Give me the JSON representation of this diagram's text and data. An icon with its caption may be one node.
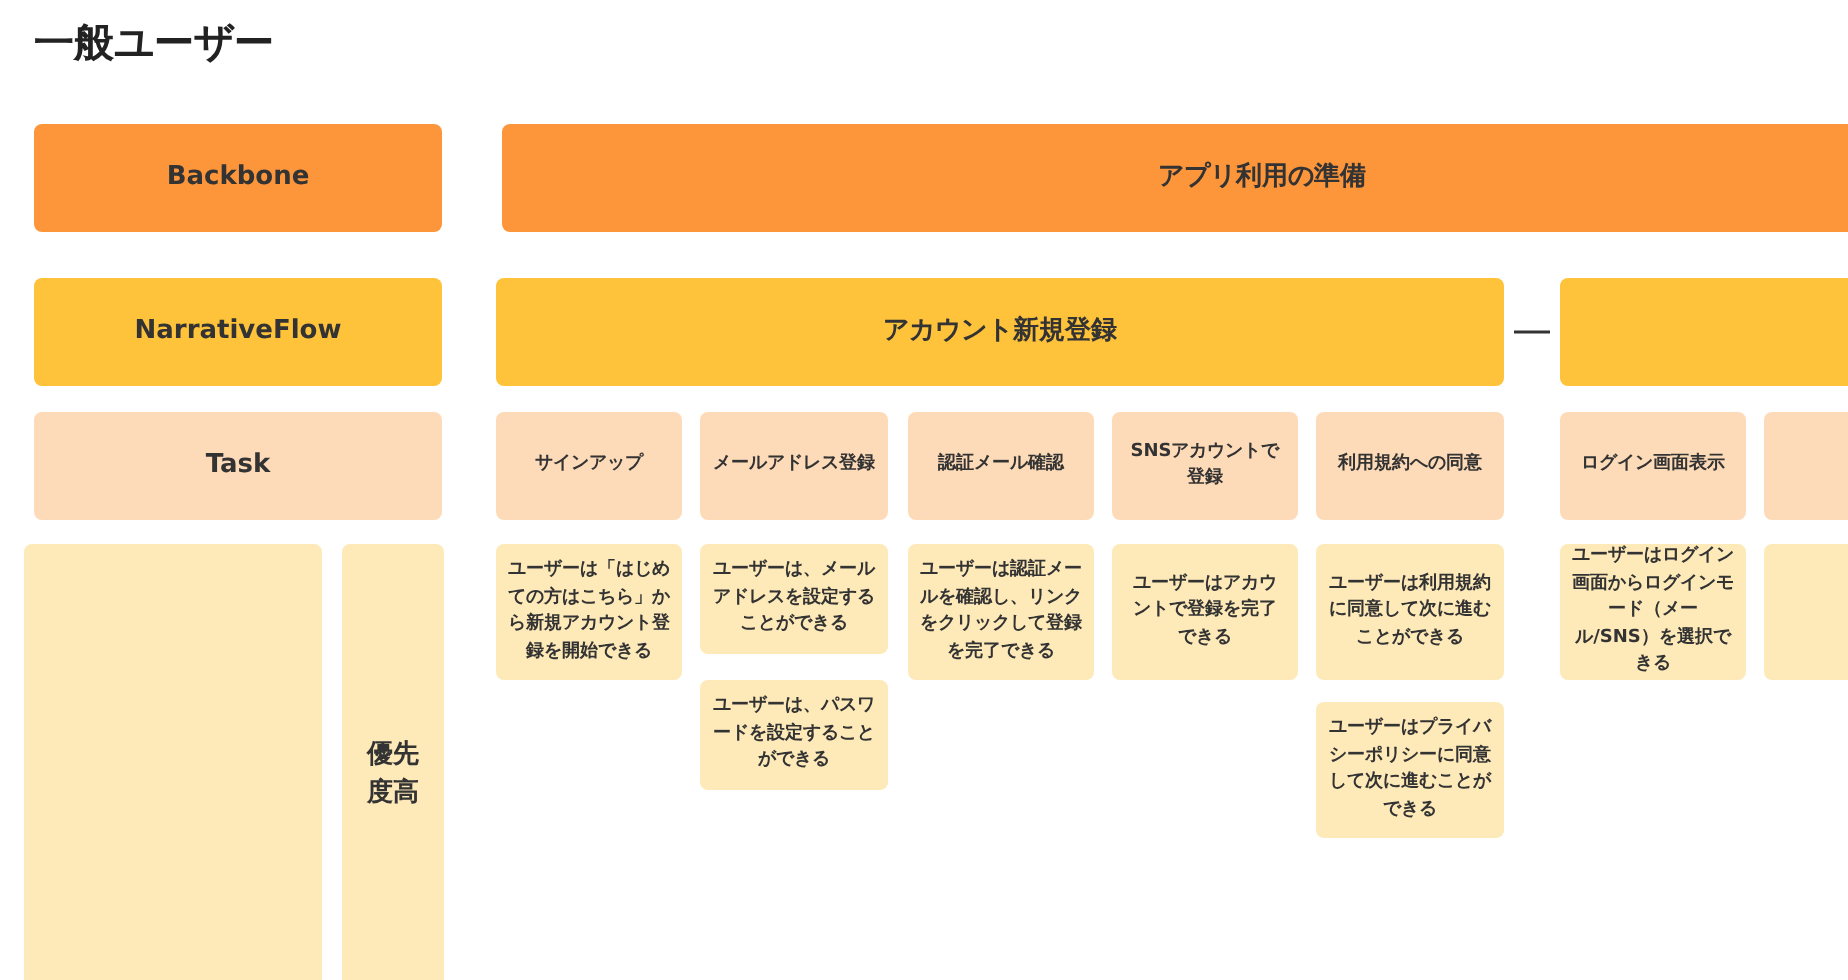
{
  "diagram": {
    "title": "一般ユーザー",
    "nodes": [
      {
        "text": [
          "Backbone"
        ]
      },
      {
        "text": [
          "アプリ利用の準備"
        ]
      },
      {
        "text": [
          "NarrativeFlow"
        ]
      },
      {
        "text": [
          "アカウント新規登録"
        ]
      },
      {
        "text": [],
        "shape": "box"
      },
      {
        "text": [
          "Task"
        ]
      },
      {
        "text": [
          "サインアップ"
        ]
      },
      {
        "text": [
          "メールアドレス登録"
        ]
      },
      {
        "text": [
          "認証メール確認"
        ]
      },
      {
        "text": [
          "SNSアカウントで登録"
        ]
      },
      {
        "text": [
          "利用規約への同意"
        ]
      },
      {
        "text": [
          "ログイン画面表示"
        ]
      },
      {
        "text": [],
        "shape": "box"
      },
      {
        "text": [],
        "shape": "box"
      },
      {
        "text": [
          "優先度高"
        ]
      },
      {
        "text": [
          "ユーザーは「はじめての方はこちら」から新規アカウント登録を開始できる"
        ]
      },
      {
        "text": [
          "ユーザーは、メールアドレスを設定することができる"
        ]
      },
      {
        "text": [
          "ユーザーは、パスワードを設定することができる"
        ]
      },
      {
        "text": [
          "ユーザーは認証メールを確認し、リンクをクリックして登録を完了できる"
        ]
      },
      {
        "text": [
          "ユーザーはアカウントで登録を完了できる"
        ]
      },
      {
        "text": [
          "ユーザーは利用規約に同意して次に進むことができる"
        ]
      },
      {
        "text": [
          "ユーザーはプライバシーポリシーに同意して次に進むことができる"
        ]
      },
      {
        "text": [
          "ユーザーはログイン画面からログインモード（メール/SNS）を選択できる"
        ]
      },
      {
        "text": [],
        "shape": "box"
      }
    ],
    "edges": [
      {
        "from": 3,
        "to": 4,
        "arrow": "none"
      }
    ]
  }
}
